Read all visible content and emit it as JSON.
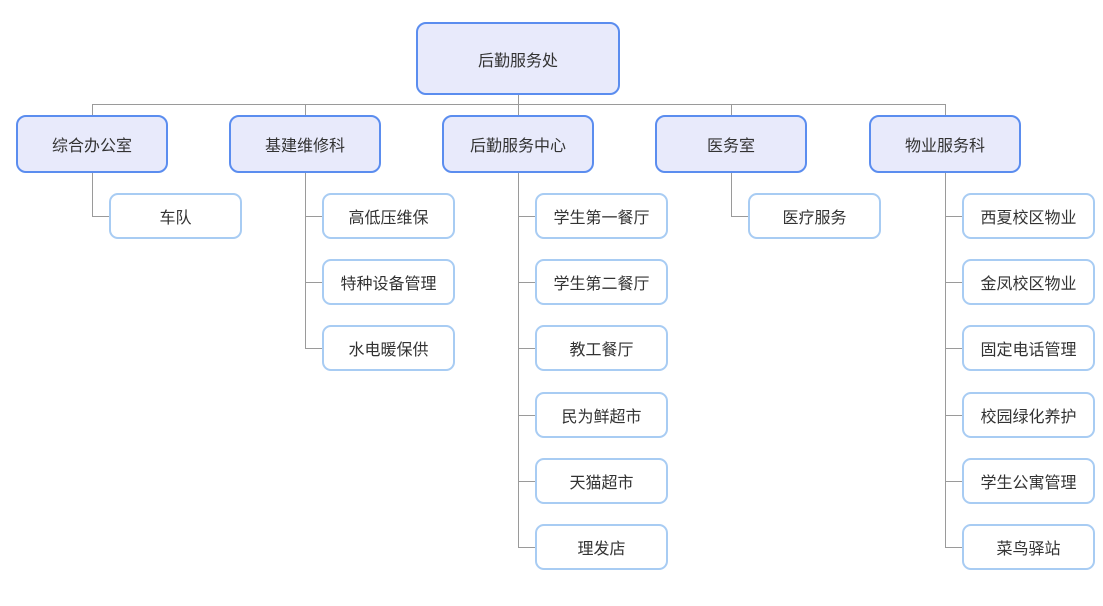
{
  "root": {
    "label": "后勤服务处"
  },
  "departments": [
    {
      "label": "综合办公室",
      "children": [
        "车队"
      ]
    },
    {
      "label": "基建维修科",
      "children": [
        "高低压维保",
        "特种设备管理",
        "水电暖保供"
      ]
    },
    {
      "label": "后勤服务中心",
      "children": [
        "学生第一餐厅",
        "学生第二餐厅",
        "教工餐厅",
        "民为鲜超市",
        "天猫超市",
        "理发店"
      ]
    },
    {
      "label": "医务室",
      "children": [
        "医疗服务"
      ]
    },
    {
      "label": "物业服务科",
      "children": [
        "西夏校区物业",
        "金凤校区物业",
        "固定电话管理",
        "校园绿化养护",
        "学生公寓管理",
        "菜鸟驿站"
      ]
    }
  ]
}
